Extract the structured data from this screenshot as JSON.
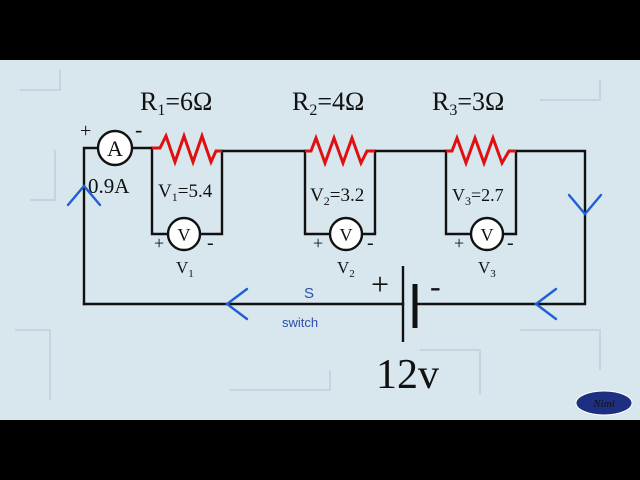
{
  "resistors": [
    {
      "sym": "R",
      "sub": "1",
      "val": "=6Ω"
    },
    {
      "sym": "R",
      "sub": "2",
      "val": "=4Ω"
    },
    {
      "sym": "R",
      "sub": "3",
      "val": "=3Ω"
    }
  ],
  "voltmeters": [
    {
      "reading_sym": "V",
      "reading_sub": "1",
      "reading_val": "=5.4",
      "symbol": "V",
      "label_sym": "V",
      "label_sub": "1",
      "plus": "+",
      "minus": "-"
    },
    {
      "reading_sym": "V",
      "reading_sub": "2",
      "reading_val": "=3.2",
      "symbol": "V",
      "label_sym": "V",
      "label_sub": "2",
      "plus": "+",
      "minus": "-"
    },
    {
      "reading_sym": "V",
      "reading_sub": "3",
      "reading_val": "=2.7",
      "symbol": "V",
      "label_sym": "V",
      "label_sub": "3",
      "plus": "+",
      "minus": "-"
    }
  ],
  "ammeter": {
    "symbol": "A",
    "reading": "0.9A",
    "plus": "+",
    "minus": "-"
  },
  "battery": {
    "voltage": "12v",
    "plus": "+",
    "minus": "-"
  },
  "switch": {
    "symbol": "S",
    "label": "switch"
  },
  "logo": {
    "text": "Nimi"
  },
  "colors": {
    "background": "#d8e6ee",
    "wire": "#111111",
    "resistor": "#e01010",
    "arrow": "#1f5fd6",
    "switch_text": "#2a4fb0",
    "logo_bg": "#1c2f80"
  }
}
